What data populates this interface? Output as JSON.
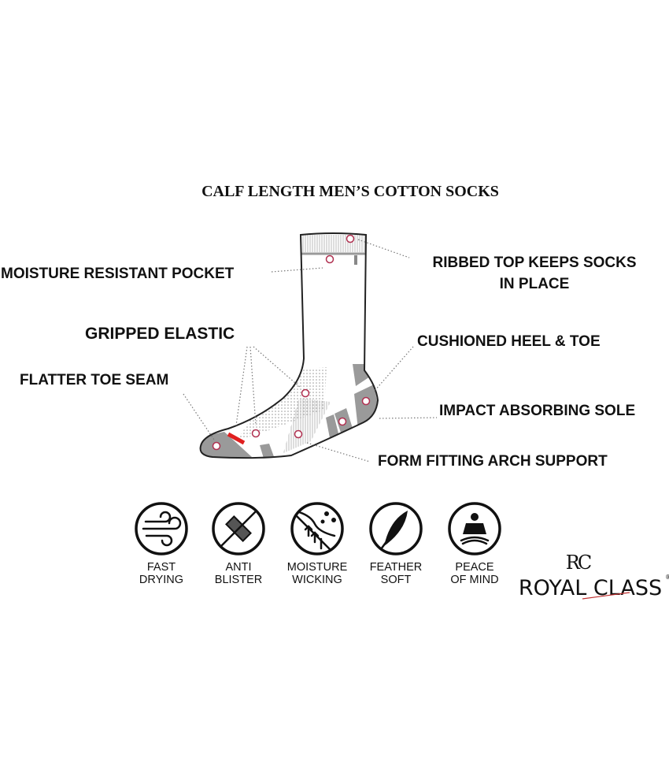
{
  "title": "CALF LENGTH MEN’S COTTON SOCKS",
  "callouts": {
    "pocket": "MOISTURE RESISTANT POCKET",
    "ribbed_line1": "RIBBED TOP KEEPS SOCKS",
    "ribbed_line2": "IN PLACE",
    "gripped": "GRIPPED ELASTIC",
    "cushioned": "CUSHIONED HEEL & TOE",
    "toe_seam": "FLATTER TOE SEAM",
    "impact": "IMPACT ABSORBING SOLE",
    "arch": "FORM FITTING ARCH SUPPORT"
  },
  "features": [
    {
      "icon": "wind-icon",
      "line1": "FAST",
      "line2": "DRYING"
    },
    {
      "icon": "crossed-bandage-icon",
      "line1": "ANTI",
      "line2": "BLISTER"
    },
    {
      "icon": "moisture-arrows-icon",
      "line1": "MOISTURE",
      "line2": "WICKING"
    },
    {
      "icon": "feather-icon",
      "line1": "FEATHER",
      "line2": "SOFT"
    },
    {
      "icon": "meditation-icon",
      "line1": "PEACE",
      "line2": "OF MIND"
    }
  ],
  "brand": {
    "monogram": "RC",
    "name": "ROYAL CLASS",
    "registered": "®"
  },
  "colors": {
    "marker": "#b03050",
    "seam": "#e02020",
    "panel": "#9a9a9a"
  }
}
